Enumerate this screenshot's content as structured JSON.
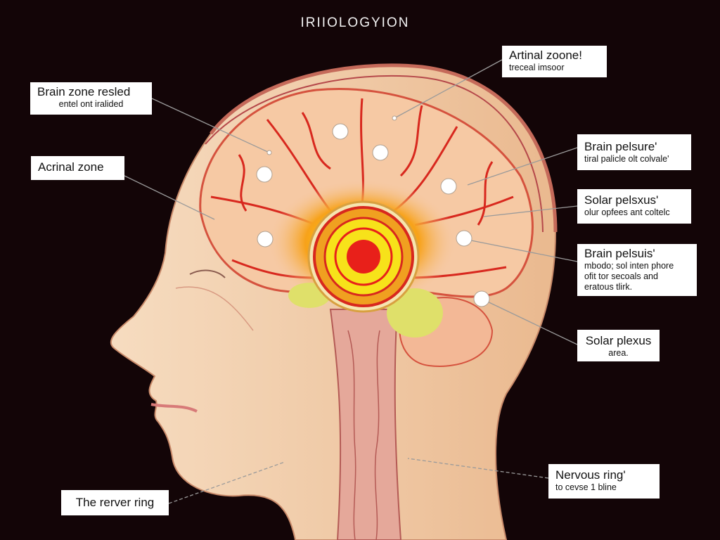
{
  "title": "IRIIOLOGYION",
  "labels": {
    "brain_zone_resled": {
      "title": "Brain zone resled",
      "sub": "entel ont iralided"
    },
    "acrinal_zone": {
      "title": "Acrinal zone"
    },
    "artinal_zoone": {
      "title": "Artinal zoone!",
      "sub": "treceal imsoor"
    },
    "brain_pelsure": {
      "title": "Brain pelsure'",
      "sub": "tiral palicle olt colvale'"
    },
    "solar_pelsxus": {
      "title": "Solar pelsxus'",
      "sub": "olur opfees ant coltelc"
    },
    "brain_pelsuis": {
      "title": "Brain pelsuis'",
      "sub1": "mbodo; sol inten phore",
      "sub2": "ofit tor secoals and",
      "sub3": "eratous tlirk."
    },
    "solar_plexus": {
      "title": "Solar plexus",
      "sub": "area."
    },
    "nervous_ring": {
      "title": "Nervous ring'",
      "sub": "to cevse 1 bline"
    },
    "rerver_ring": {
      "title": "The rerver ring"
    }
  },
  "colors": {
    "background": "#130507",
    "skin": "#f2cfa8",
    "brain": "#f6c9a4",
    "vessel": "#d8281e",
    "ring_yellow": "#f7e21a",
    "ring_red": "#e8201a"
  }
}
